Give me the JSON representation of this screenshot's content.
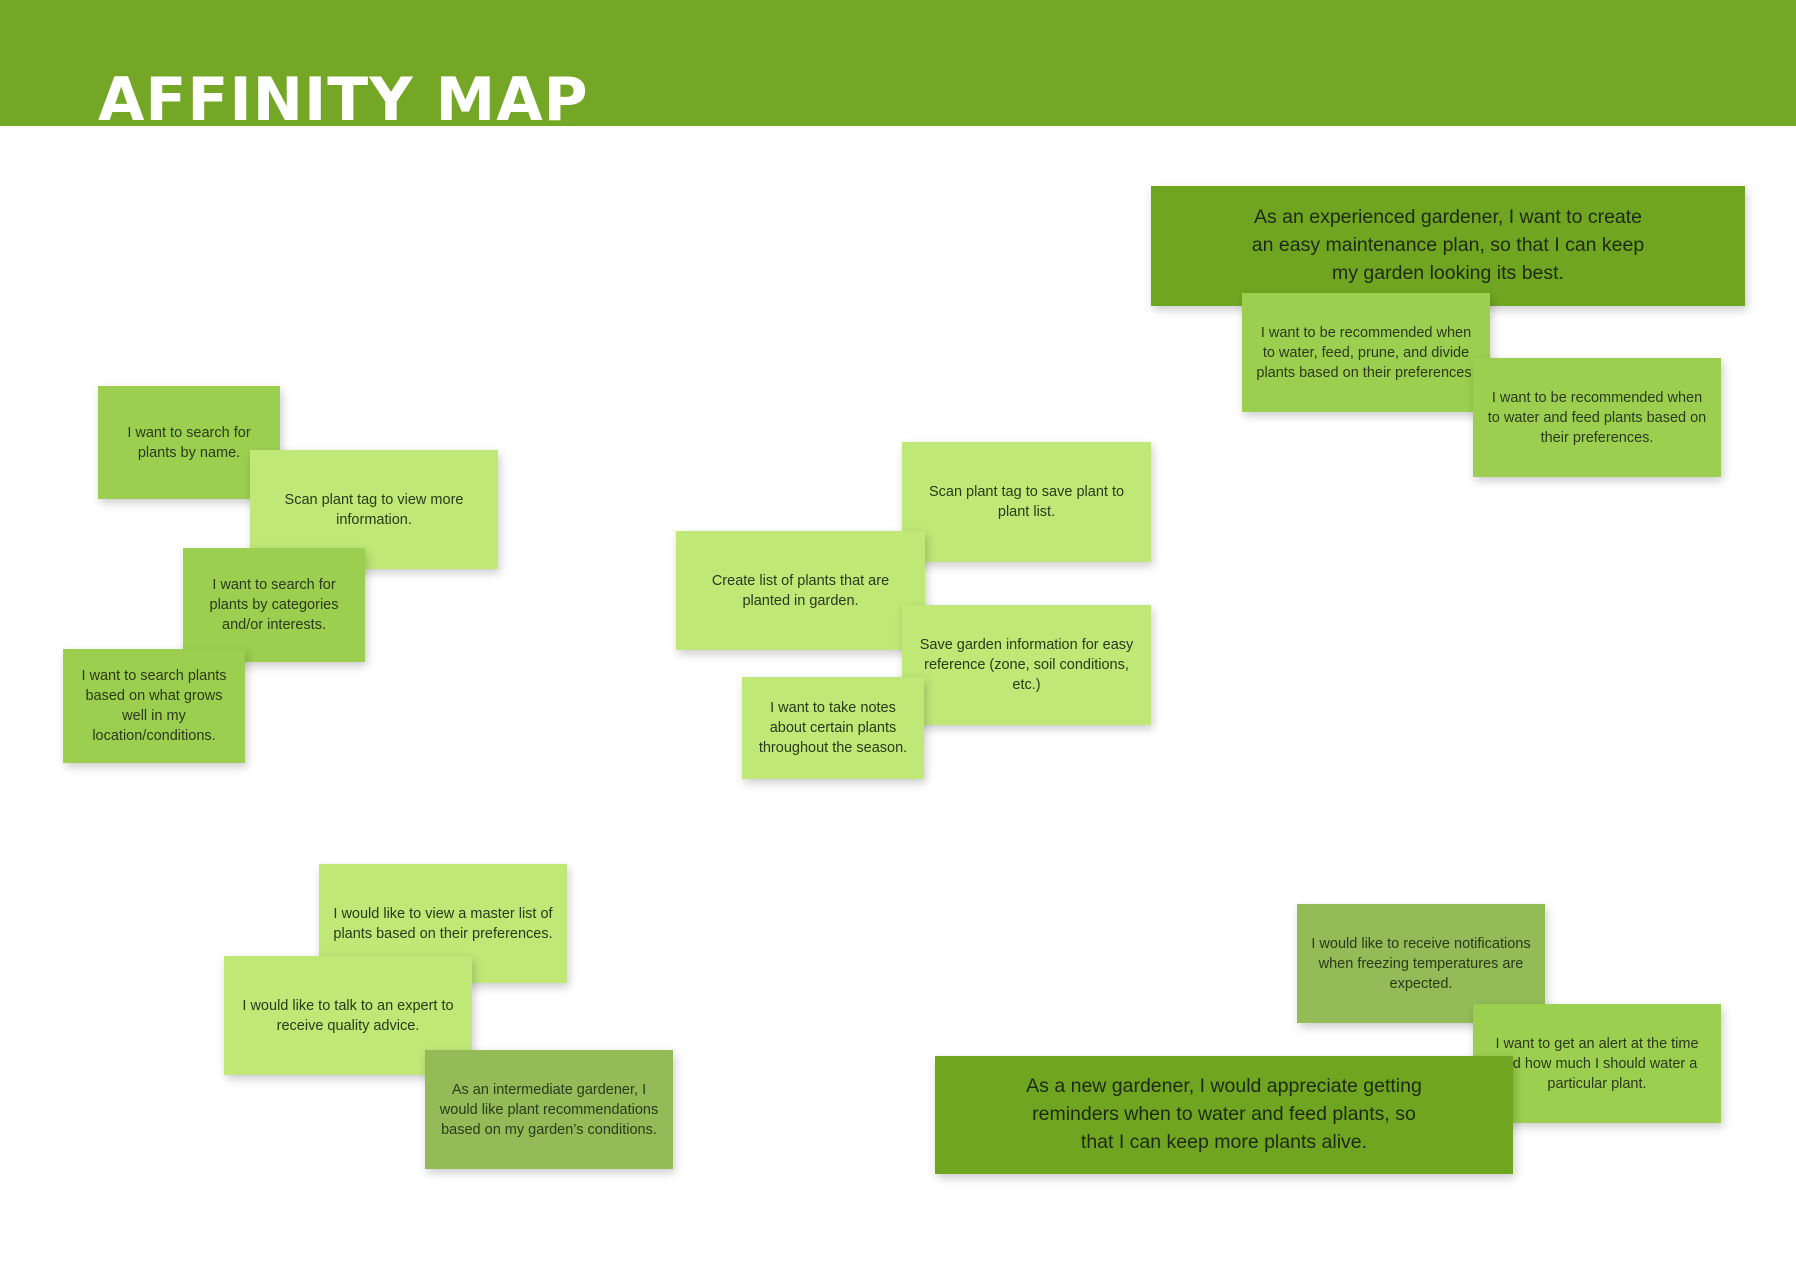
{
  "header": {
    "title": "AFFINITY MAP",
    "background_color": "#74a726"
  },
  "colors": {
    "note_mid": "#9ccf4f",
    "note_light": "#bfe877",
    "note_dull": "#93bb57",
    "note_dark": "#6fa521"
  },
  "clusters": {
    "search": {
      "notes": [
        {
          "text": "I want to search for plants by name.",
          "shade": "mid"
        },
        {
          "text": "Scan plant tag to view more information.",
          "shade": "light"
        },
        {
          "text": "I want to search for plants by categories and/or interests.",
          "shade": "mid"
        },
        {
          "text": "I want to search plants based on what grows well in my location/conditions.",
          "shade": "mid"
        }
      ]
    },
    "garden_list": {
      "notes": [
        {
          "text": "Scan plant tag to save plant to plant list.",
          "shade": "light"
        },
        {
          "text": "Create list of plants that are planted in garden.",
          "shade": "light"
        },
        {
          "text": "Save garden information for easy reference (zone, soil conditions, etc.)",
          "shade": "light"
        },
        {
          "text": "I want to take notes about certain plants throughout the season.",
          "shade": "light"
        }
      ]
    },
    "maintenance": {
      "story": "As an experienced gardener, I want to create an easy maintenance plan, so that I can keep my garden looking its best.",
      "notes": [
        {
          "text": "I want to be recommended when to water, feed, prune, and divide plants based on their preferences.",
          "shade": "mid"
        },
        {
          "text": "I want to be recommended when to water and feed plants based on their preferences.",
          "shade": "mid"
        }
      ]
    },
    "recommendations": {
      "notes": [
        {
          "text": "I would like to view a master list of plants based on their preferences.",
          "shade": "light"
        },
        {
          "text": "I would like to talk to an expert to receive quality advice.",
          "shade": "light"
        },
        {
          "text": "As an intermediate gardener, I would like plant recommendations based on my garden’s conditions.",
          "shade": "dull"
        }
      ]
    },
    "reminders": {
      "story": "As a new gardener, I would appreciate getting reminders when to water and feed plants, so that I can keep more plants alive.",
      "notes": [
        {
          "text": "I would like to receive notifications when freezing temperatures are expected.",
          "shade": "dull"
        },
        {
          "text": "I want to get an alert at the time and how much I should water a particular plant.",
          "shade": "mid"
        }
      ]
    }
  }
}
